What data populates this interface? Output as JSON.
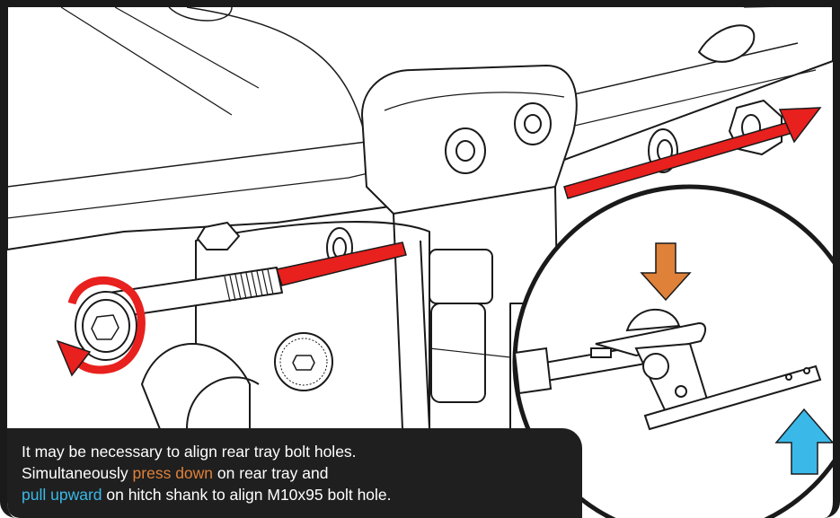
{
  "caption": {
    "line1": "It may be necessary to align rear tray bolt holes.",
    "line2_pre": "Simultaneously ",
    "line2_highlight": "press down",
    "line2_post": " on rear tray and",
    "line3_highlight": "pull upward",
    "line3_post": " on hitch shank to align M10x95 bolt hole."
  },
  "colors": {
    "highlight_press": "#e0813a",
    "highlight_pull": "#3ab9e8",
    "bolt_path_arrow": "#e8201e",
    "caption_background": "#1f1f1f",
    "frame": "#1a1a1a"
  },
  "icons": {
    "rotate": "rotate-arrow-icon",
    "press_down": "arrow-down-icon",
    "pull_up": "arrow-up-icon",
    "bolt_path": "arrow-right-icon"
  }
}
